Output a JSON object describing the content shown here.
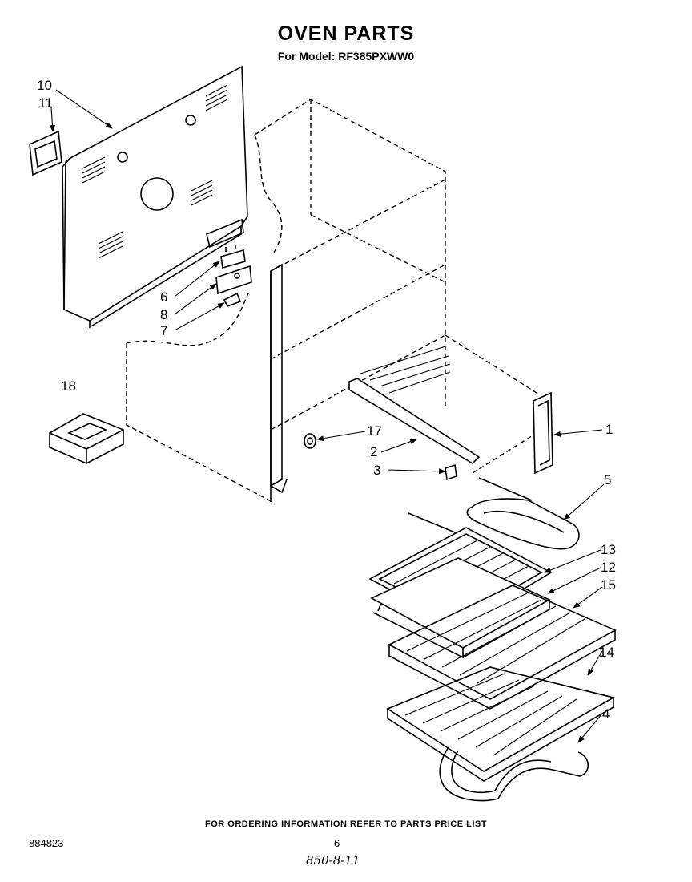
{
  "header": {
    "title": "OVEN PARTS",
    "subtitle": "For Model: RF385PXWW0"
  },
  "footer": {
    "note": "FOR ORDERING INFORMATION REFER TO PARTS PRICE LIST",
    "doc_number": "884823",
    "page_number": "6",
    "handwritten": "850-8-11"
  },
  "parts": {
    "p1": "1",
    "p2": "2",
    "p3": "3",
    "p4": "4",
    "p5": "5",
    "p6": "6",
    "p7": "7",
    "p8": "8",
    "p10": "10",
    "p11": "11",
    "p12": "12",
    "p13": "13",
    "p14": "14",
    "p15": "15",
    "p17": "17",
    "p18": "18"
  }
}
